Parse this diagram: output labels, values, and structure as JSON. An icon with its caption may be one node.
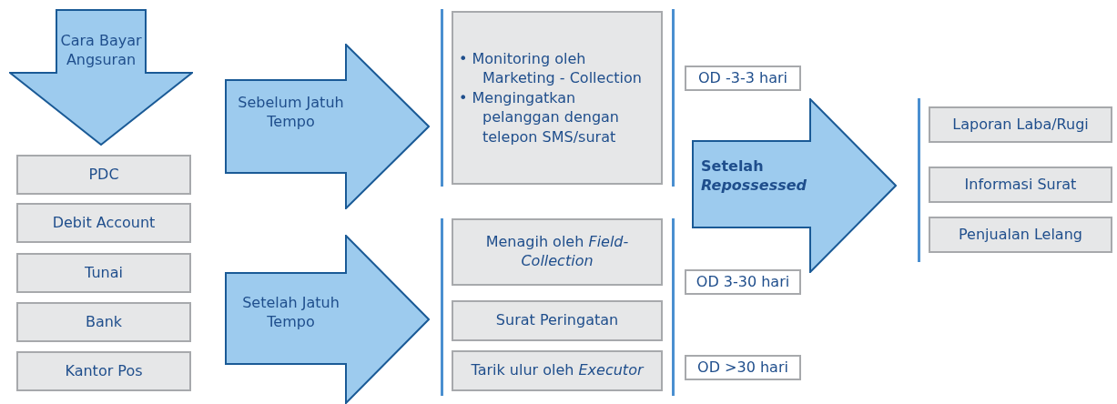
{
  "diagram": {
    "nodes": [
      {
        "text": [
          "Cara Bayar Angsuran"
        ]
      },
      {
        "text": [
          "PDC"
        ]
      },
      {
        "text": [
          "Debit Account"
        ]
      },
      {
        "text": [
          "Tunai"
        ]
      },
      {
        "text": [
          "Bank"
        ]
      },
      {
        "text": [
          "Kantor Pos"
        ]
      },
      {
        "text": [
          "Sebelum Jatuh Tempo"
        ]
      },
      {
        "text": [
          "• Monitoring oleh Marketing - Collection",
          "• Mengingatkan pelanggan dengan telepon SMS/surat"
        ]
      },
      {
        "text": [
          "OD -3-3 hari"
        ]
      },
      {
        "text": [
          "Setelah Jatuh Tempo"
        ]
      },
      {
        "text": [
          "Menagih oleh *Field-Collection*"
        ]
      },
      {
        "text": [
          "Surat Peringatan"
        ]
      },
      {
        "text": [
          "Tarik ulur oleh *Executor*"
        ]
      },
      {
        "text": [
          "OD 3-30 hari"
        ]
      },
      {
        "text": [
          "OD >30 hari"
        ]
      },
      {
        "text": [
          "Setelah *Repossessed*"
        ]
      },
      {
        "text": [
          "Laporan Laba/Rugi"
        ]
      },
      {
        "text": [
          "Informasi Surat"
        ]
      },
      {
        "text": [
          "Penjualan Lelang"
        ]
      }
    ],
    "edges": []
  }
}
